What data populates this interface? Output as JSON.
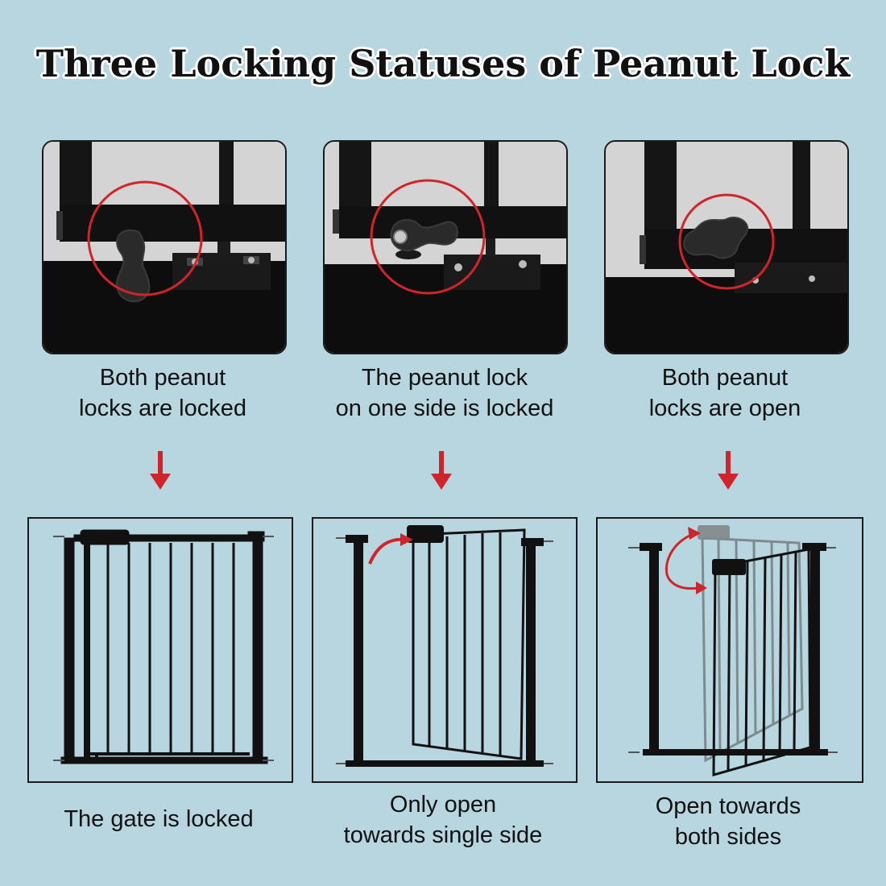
{
  "title": "Three Locking Statuses of  Peanut Lock",
  "colors": {
    "background": "#b7d6df",
    "highlight_circle": "#d0242b",
    "arrow": "#d0242b",
    "gate": "#111111"
  },
  "panels": [
    {
      "status_line1": "Both peanut",
      "status_line2": "locks are locked",
      "result_line1": "The gate is locked",
      "result_line2": ""
    },
    {
      "status_line1": "The peanut lock",
      "status_line2": "on one side is locked",
      "result_line1": "Only open",
      "result_line2": "towards single side"
    },
    {
      "status_line1": "Both peanut",
      "status_line2": "locks are open",
      "result_line1": "Open towards",
      "result_line2": "both sides"
    }
  ]
}
